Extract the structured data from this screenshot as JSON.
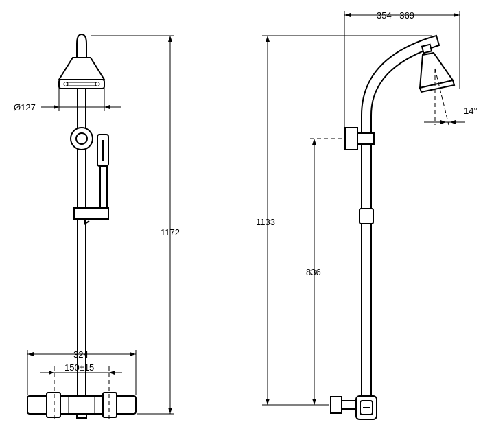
{
  "dimensions": {
    "head_diameter": "Ø127",
    "total_height_front": "1172",
    "mixer_width": "324",
    "inlet_centres": "150±15",
    "arm_reach": "354 - 369",
    "total_height_side": "1133",
    "slider_height": "836",
    "head_tilt": "14°"
  }
}
